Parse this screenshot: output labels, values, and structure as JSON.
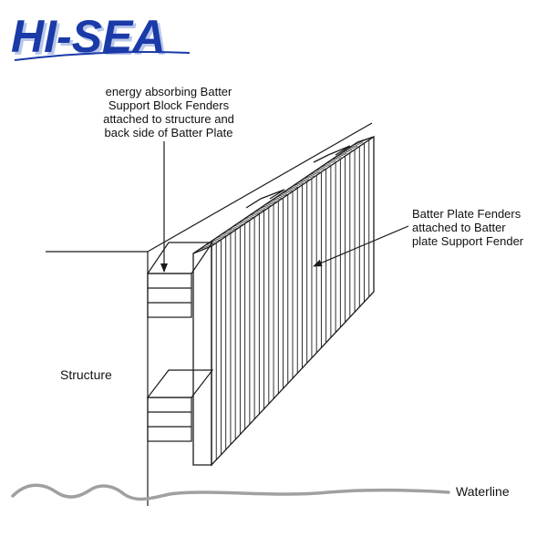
{
  "logo": {
    "text": "HI-SEA",
    "color": "#1a3aa8",
    "shadow": "#9bb0e0"
  },
  "labels": {
    "block_fenders": [
      "energy absorbing Batter",
      "Support Block Fenders",
      "attached to structure and",
      "back side of Batter Plate"
    ],
    "plate_fenders": [
      "Batter Plate Fenders",
      "attached to Batter",
      "plate Support Fender"
    ],
    "structure": "Structure",
    "waterline": "Waterline"
  },
  "colors": {
    "line": "#1a1a1a",
    "water": "#a0a0a0",
    "text": "#111111"
  }
}
